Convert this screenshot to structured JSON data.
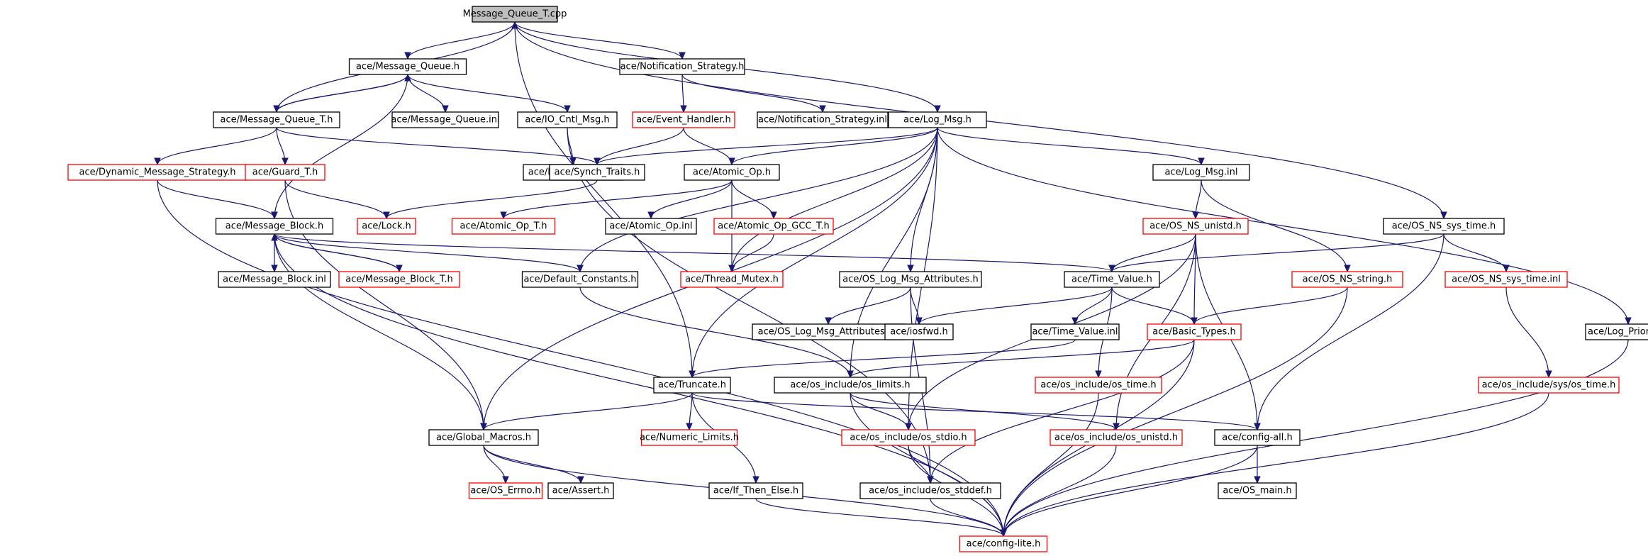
{
  "title": "",
  "colors": {
    "edge": "#191970",
    "root_fill": "#bfbfbf",
    "normal_border": "#000000",
    "incomplete_border": "#ff0000"
  },
  "nodes": [
    {
      "id": "n0",
      "label": "Message_Queue_T.cpp",
      "style": "root"
    },
    {
      "id": "n1",
      "label": "ace/Message_Queue.h",
      "style": "normal"
    },
    {
      "id": "n2",
      "label": "ace/Notification_Strategy.h",
      "style": "normal"
    },
    {
      "id": "n3",
      "label": "ace/Message_Queue_T.h",
      "style": "normal"
    },
    {
      "id": "n4",
      "label": "ace/Message_Queue.inl",
      "style": "normal"
    },
    {
      "id": "n5",
      "label": "ace/IO_Cntl_Msg.h",
      "style": "normal"
    },
    {
      "id": "n6",
      "label": "ace/Event_Handler.h",
      "style": "red"
    },
    {
      "id": "n7",
      "label": "ace/Notification_Strategy.inl",
      "style": "normal"
    },
    {
      "id": "n8",
      "label": "ace/Log_Msg.h",
      "style": "normal"
    },
    {
      "id": "n9",
      "label": "ace/Dynamic_Message_Strategy.h",
      "style": "red"
    },
    {
      "id": "n10",
      "label": "ace/Guard_T.h",
      "style": "red"
    },
    {
      "id": "n11",
      "label": "ace/IO_Cntl_Msg.inl",
      "style": "normal"
    },
    {
      "id": "n12",
      "label": "ace/Synch_Traits.h",
      "style": "normal"
    },
    {
      "id": "n13",
      "label": "ace/Atomic_Op.h",
      "style": "normal"
    },
    {
      "id": "n14",
      "label": "ace/Log_Msg.inl",
      "style": "normal"
    },
    {
      "id": "n15",
      "label": "ace/Message_Block.h",
      "style": "normal"
    },
    {
      "id": "n16",
      "label": "ace/Lock.h",
      "style": "red"
    },
    {
      "id": "n17",
      "label": "ace/Atomic_Op_T.h",
      "style": "red"
    },
    {
      "id": "n18",
      "label": "ace/Atomic_Op.inl",
      "style": "normal"
    },
    {
      "id": "n19",
      "label": "ace/Atomic_Op_GCC_T.h",
      "style": "red"
    },
    {
      "id": "n20",
      "label": "ace/OS_NS_unistd.h",
      "style": "red"
    },
    {
      "id": "n21",
      "label": "ace/OS_NS_sys_time.h",
      "style": "normal"
    },
    {
      "id": "n22",
      "label": "ace/Message_Block.inl",
      "style": "normal"
    },
    {
      "id": "n23",
      "label": "ace/Message_Block_T.h",
      "style": "red"
    },
    {
      "id": "n24",
      "label": "ace/Default_Constants.h",
      "style": "normal"
    },
    {
      "id": "n25",
      "label": "ace/Thread_Mutex.h",
      "style": "red"
    },
    {
      "id": "n26",
      "label": "ace/OS_Log_Msg_Attributes.h",
      "style": "normal"
    },
    {
      "id": "n27",
      "label": "ace/Time_Value.h",
      "style": "normal"
    },
    {
      "id": "n28",
      "label": "ace/OS_NS_string.h",
      "style": "red"
    },
    {
      "id": "n29",
      "label": "ace/OS_NS_sys_time.inl",
      "style": "red"
    },
    {
      "id": "n30",
      "label": "ace/OS_Log_Msg_Attributes.inl",
      "style": "normal"
    },
    {
      "id": "n31",
      "label": "ace/iosfwd.h",
      "style": "normal"
    },
    {
      "id": "n32",
      "label": "ace/Time_Value.inl",
      "style": "normal"
    },
    {
      "id": "n33",
      "label": "ace/Basic_Types.h",
      "style": "red"
    },
    {
      "id": "n34",
      "label": "ace/Log_Priority.h",
      "style": "normal"
    },
    {
      "id": "n35",
      "label": "ace/Truncate.h",
      "style": "normal"
    },
    {
      "id": "n36",
      "label": "ace/os_include/os_limits.h",
      "style": "normal"
    },
    {
      "id": "n37",
      "label": "ace/os_include/os_time.h",
      "style": "red"
    },
    {
      "id": "n38",
      "label": "ace/os_include/sys/os_time.h",
      "style": "red"
    },
    {
      "id": "n39",
      "label": "ace/Global_Macros.h",
      "style": "normal"
    },
    {
      "id": "n40",
      "label": "ace/Numeric_Limits.h",
      "style": "red"
    },
    {
      "id": "n41",
      "label": "ace/os_include/os_stdio.h",
      "style": "red"
    },
    {
      "id": "n42",
      "label": "ace/os_include/os_unistd.h",
      "style": "red"
    },
    {
      "id": "n43",
      "label": "ace/config-all.h",
      "style": "normal"
    },
    {
      "id": "n44",
      "label": "ace/OS_Errno.h",
      "style": "red"
    },
    {
      "id": "n45",
      "label": "ace/Assert.h",
      "style": "normal"
    },
    {
      "id": "n46",
      "label": "ace/If_Then_Else.h",
      "style": "normal"
    },
    {
      "id": "n47",
      "label": "ace/os_include/os_stddef.h",
      "style": "normal"
    },
    {
      "id": "n48",
      "label": "ace/OS_main.h",
      "style": "normal"
    },
    {
      "id": "n49",
      "label": "ace/config-lite.h",
      "style": "red"
    }
  ],
  "edges": [
    [
      "n0",
      "n1"
    ],
    [
      "n0",
      "n2"
    ],
    [
      "n0",
      "n8"
    ],
    [
      "n0",
      "n35"
    ],
    [
      "n0",
      "n21"
    ],
    [
      "n3",
      "n0"
    ],
    [
      "n3",
      "n1"
    ],
    [
      "n1",
      "n3"
    ],
    [
      "n1",
      "n4"
    ],
    [
      "n1",
      "n5"
    ],
    [
      "n1",
      "n15"
    ],
    [
      "n5",
      "n11"
    ],
    [
      "n5",
      "n47"
    ],
    [
      "n2",
      "n6"
    ],
    [
      "n2",
      "n7"
    ],
    [
      "n6",
      "n12"
    ],
    [
      "n6",
      "n13"
    ],
    [
      "n3",
      "n9"
    ],
    [
      "n3",
      "n10"
    ],
    [
      "n3",
      "n12"
    ],
    [
      "n9",
      "n15"
    ],
    [
      "n9",
      "n49"
    ],
    [
      "n10",
      "n16"
    ],
    [
      "n10",
      "n39"
    ],
    [
      "n12",
      "n16"
    ],
    [
      "n8",
      "n12"
    ],
    [
      "n8",
      "n13"
    ],
    [
      "n8",
      "n14"
    ],
    [
      "n8",
      "n24"
    ],
    [
      "n8",
      "n25"
    ],
    [
      "n8",
      "n26"
    ],
    [
      "n8",
      "n36"
    ],
    [
      "n8",
      "n39"
    ],
    [
      "n8",
      "n35"
    ],
    [
      "n8",
      "n34"
    ],
    [
      "n8",
      "n41"
    ],
    [
      "n13",
      "n17"
    ],
    [
      "n13",
      "n18"
    ],
    [
      "n13",
      "n19"
    ],
    [
      "n13",
      "n25"
    ],
    [
      "n19",
      "n25"
    ],
    [
      "n14",
      "n20"
    ],
    [
      "n14",
      "n28"
    ],
    [
      "n15",
      "n22"
    ],
    [
      "n15",
      "n23"
    ],
    [
      "n23",
      "n15"
    ],
    [
      "n15",
      "n24"
    ],
    [
      "n15",
      "n27"
    ],
    [
      "n15",
      "n39"
    ],
    [
      "n15",
      "n49"
    ],
    [
      "n24",
      "n36"
    ],
    [
      "n26",
      "n30"
    ],
    [
      "n26",
      "n31"
    ],
    [
      "n26",
      "n47"
    ],
    [
      "n20",
      "n27"
    ],
    [
      "n20",
      "n33"
    ],
    [
      "n20",
      "n41"
    ],
    [
      "n20",
      "n42"
    ],
    [
      "n20",
      "n43"
    ],
    [
      "n21",
      "n27"
    ],
    [
      "n21",
      "n29"
    ],
    [
      "n21",
      "n43"
    ],
    [
      "n27",
      "n31"
    ],
    [
      "n27",
      "n32"
    ],
    [
      "n27",
      "n33"
    ],
    [
      "n27",
      "n37"
    ],
    [
      "n32",
      "n35"
    ],
    [
      "n28",
      "n33"
    ],
    [
      "n28",
      "n49"
    ],
    [
      "n29",
      "n38"
    ],
    [
      "n33",
      "n36"
    ],
    [
      "n33",
      "n47"
    ],
    [
      "n33",
      "n49"
    ],
    [
      "n35",
      "n39"
    ],
    [
      "n35",
      "n40"
    ],
    [
      "n35",
      "n46"
    ],
    [
      "n35",
      "n43"
    ],
    [
      "n36",
      "n41"
    ],
    [
      "n36",
      "n42"
    ],
    [
      "n36",
      "n49"
    ],
    [
      "n37",
      "n49"
    ],
    [
      "n38",
      "n49"
    ],
    [
      "n34",
      "n49"
    ],
    [
      "n39",
      "n44"
    ],
    [
      "n39",
      "n45"
    ],
    [
      "n39",
      "n49"
    ],
    [
      "n41",
      "n47"
    ],
    [
      "n41",
      "n49"
    ],
    [
      "n42",
      "n49"
    ],
    [
      "n43",
      "n48"
    ],
    [
      "n43",
      "n49"
    ],
    [
      "n46",
      "n49"
    ],
    [
      "n47",
      "n49"
    ]
  ]
}
